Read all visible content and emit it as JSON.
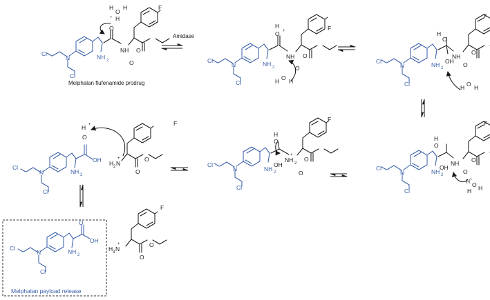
{
  "labels": {
    "prodrug_caption": "Melphalan flufenamide prodrug",
    "enzyme": "Amidase",
    "release_caption": "Melphalan payload release"
  },
  "atoms": {
    "F": "F",
    "Cl": "Cl",
    "N": "N",
    "NH": "NH",
    "NH2": "NH",
    "O": "O",
    "OH": "OH",
    "H": "H",
    "H2N": "H",
    "H3N": "H",
    "sub2": "2",
    "sub3": "3",
    "plus": "+"
  },
  "colors": {
    "payload_blue": "#3a5faa",
    "promoiety_black": "#1a1a1a"
  }
}
